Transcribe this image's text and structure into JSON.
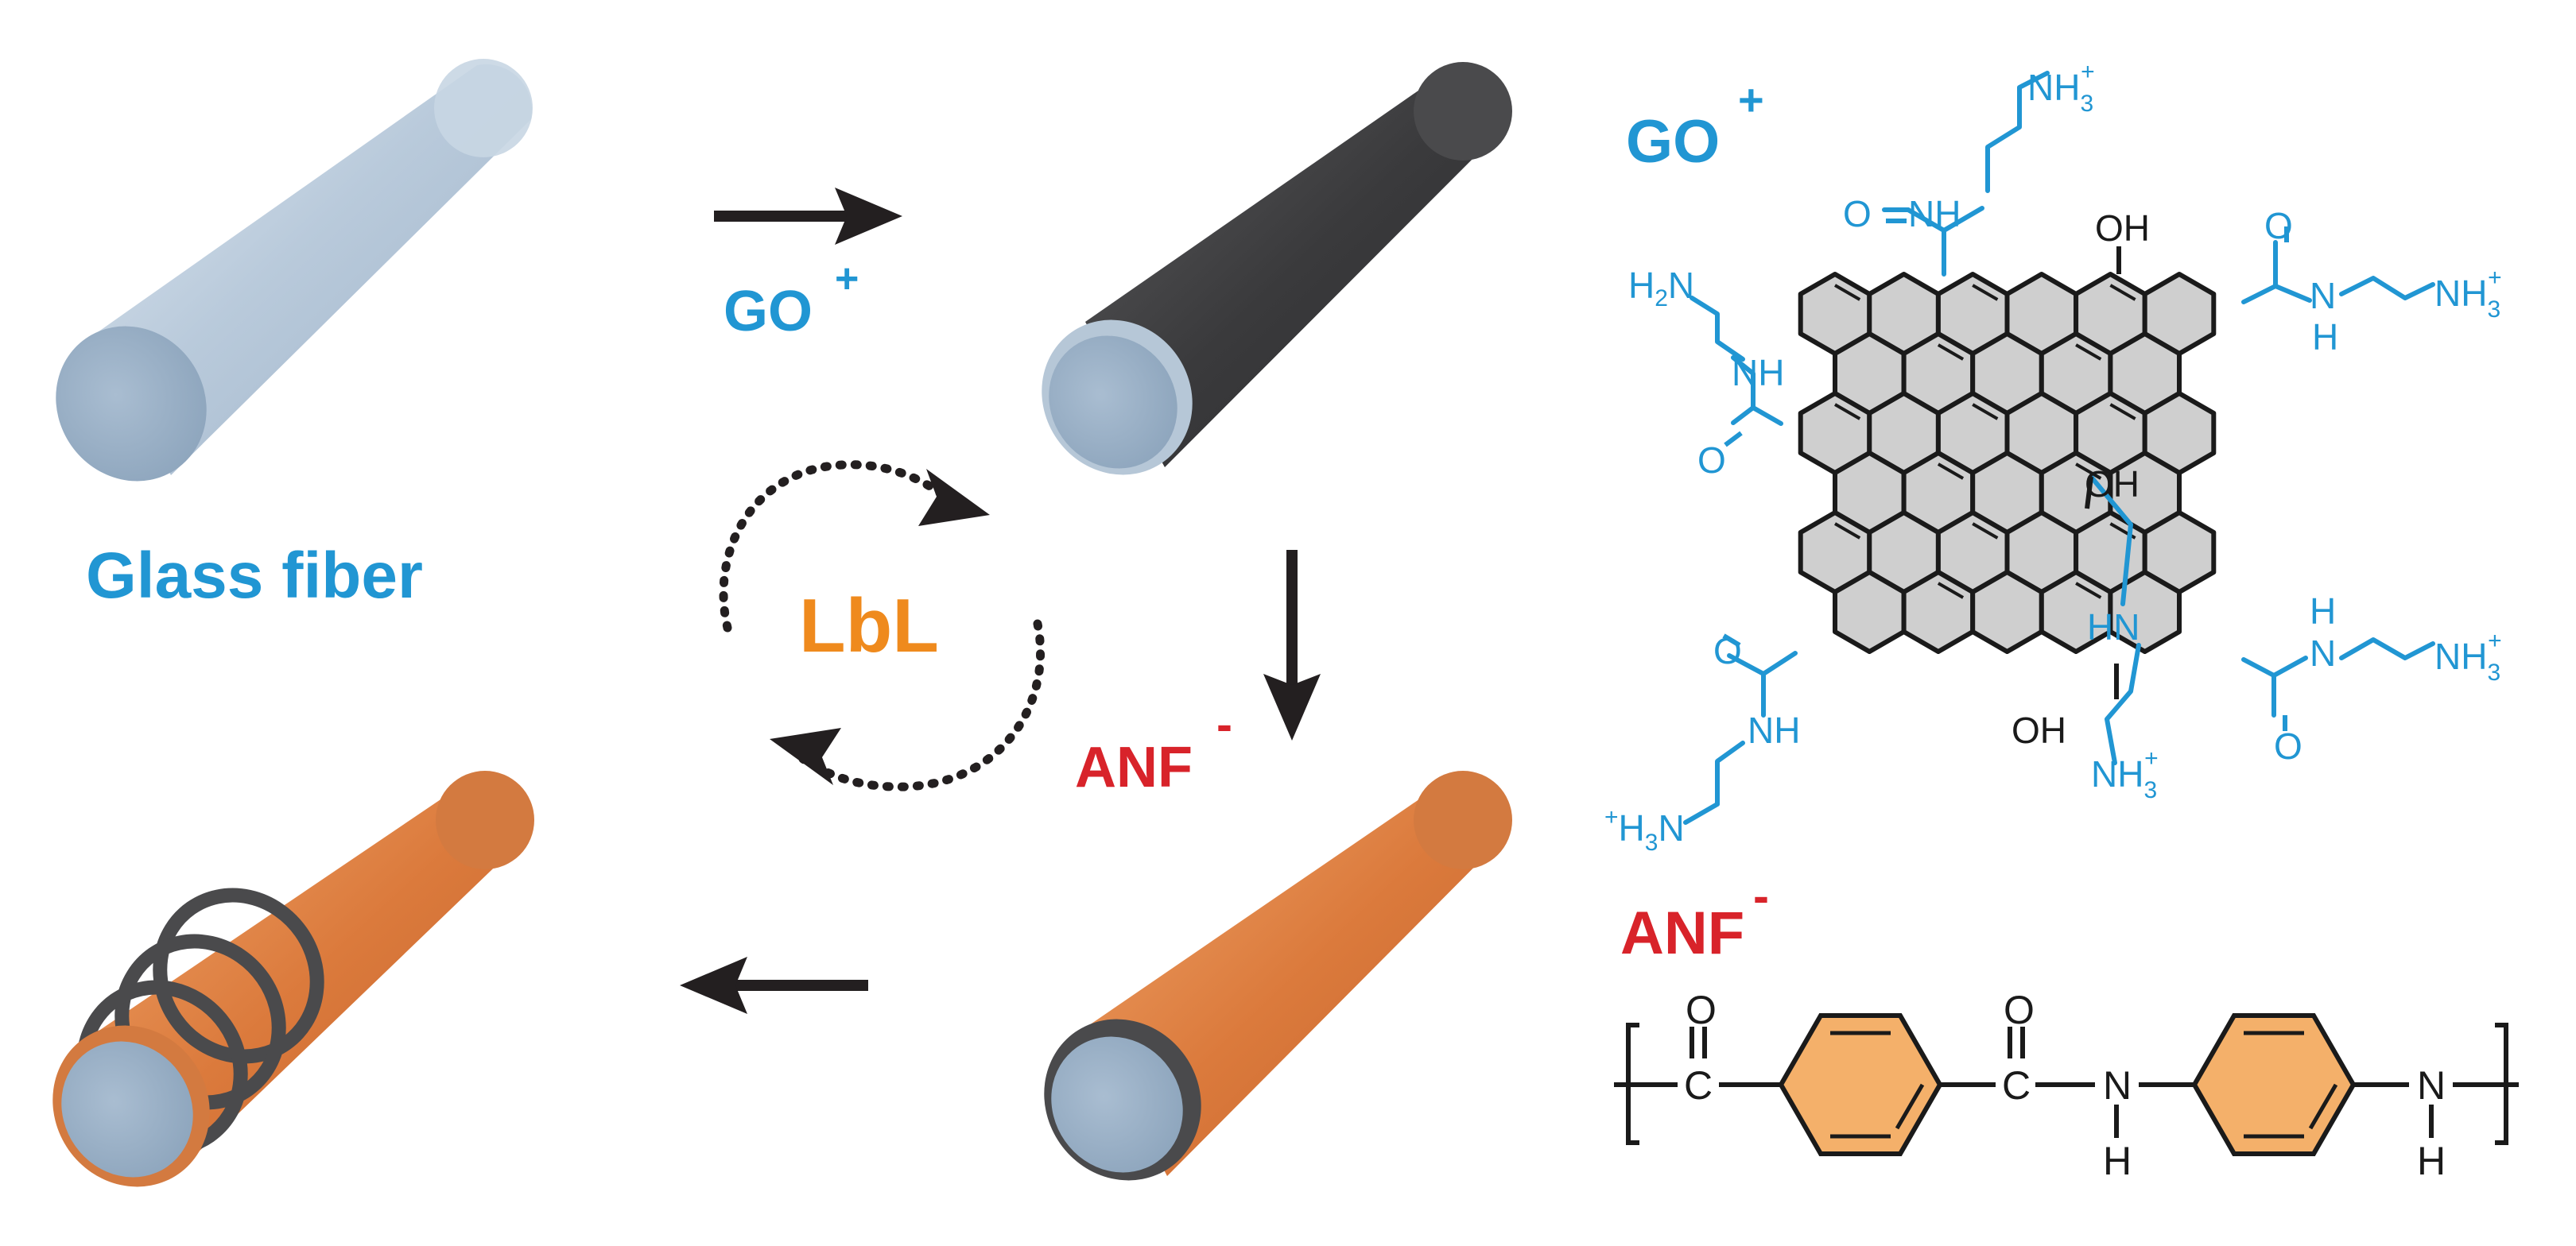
{
  "labels": {
    "glass_fiber": "Glass fiber",
    "go_step": "GO",
    "go_step_charge": "+",
    "anf_step": "ANF",
    "anf_step_charge": "-",
    "lbl": "LbL"
  },
  "structures": {
    "go": {
      "title": "GO",
      "charge": "+",
      "groups": {
        "nh3_top": "NH",
        "nh3_top_sub": "3",
        "nh3_top_sup": "+",
        "nh_top": "NH",
        "o_top": "O",
        "oh_top": "OH",
        "h2n_left": "H",
        "h2n_left_sub": "2",
        "h2n_left_n": "N",
        "nh_left": "NH",
        "o_left": "O",
        "o_right_top": "O",
        "n_right_top": "N",
        "h_right_top": "H",
        "nh3_right_top": "NH",
        "nh3_right_top_sub": "3",
        "nh3_right_top_sup": "+",
        "oh_center": "OH",
        "hn_center": "HN",
        "o_left_bottom": "O",
        "nh_left_bottom": "NH",
        "oh_bottom": "OH",
        "nh3_bottom": "NH",
        "nh3_bottom_sub": "3",
        "nh3_bottom_sup": "+",
        "h_right_bottom": "H",
        "n_right_bottom": "N",
        "o_right_bottom": "O",
        "nh3_right_bottom": "NH",
        "nh3_right_bottom_sub": "3",
        "nh3_right_bottom_sup": "+",
        "h3n_bottom_sup": "+",
        "h3n_bottom_h": "H",
        "h3n_bottom_sub": "3",
        "h3n_bottom_n": "N"
      }
    },
    "anf": {
      "title": "ANF",
      "charge": "-",
      "atoms": {
        "o1": "O",
        "c1": "C",
        "o2": "O",
        "c2": "C",
        "n1": "N",
        "h1": "H",
        "n2": "N",
        "h2": "H"
      }
    }
  },
  "colors": {
    "glass": "#b7c9d9",
    "glass_end": "#98aec4",
    "graphene_coat": "#3c3c3e",
    "aramid_coat": "#d9793b",
    "blue_label": "#2196d3",
    "red_label": "#d8232a",
    "orange_label": "#ef8a1d",
    "benzene_fill": "#f4b06a",
    "graphene_fill": "#cfcfcf"
  }
}
